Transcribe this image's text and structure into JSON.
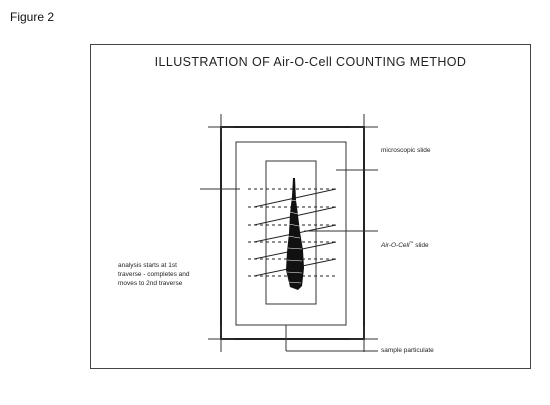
{
  "figure_label": "Figure 2",
  "title": "ILLUSTRATION OF Air-O-Cell COUNTING  METHOD",
  "labels": {
    "microscopic_slide": "microscopic  slide",
    "air_o_cell_slide_name": "Air-O-Cell",
    "air_o_cell_slide_mark": "™",
    "air_o_cell_slide_suffix": " slide",
    "analysis_line1": "analysis  starts  at  1st",
    "analysis_line2": "traverse  - completes  and",
    "analysis_line3": "moves  to  2nd  traverse",
    "sample_particulate": "sample  particulate"
  }
}
